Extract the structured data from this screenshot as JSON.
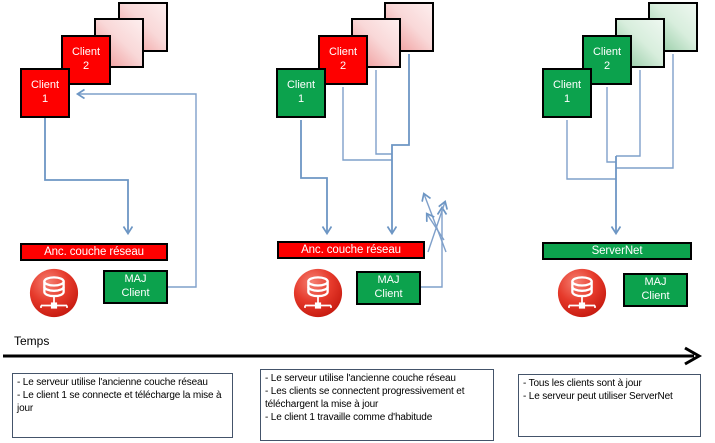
{
  "timeline": {
    "label": "Temps"
  },
  "stages": [
    {
      "clients": {
        "client1": {
          "line1": "Client",
          "line2": "1"
        },
        "client2": {
          "line1": "Client",
          "line2": "2"
        }
      },
      "network_bar": {
        "label": "Anc. couche réseau",
        "color": "#fe0000"
      },
      "maj_box": {
        "line1": "MAJ",
        "line2": "Client"
      },
      "notes": [
        "- Le serveur utilise l'ancienne couche réseau",
        "- Le client 1 se connecte et télécharge la mise à jour"
      ]
    },
    {
      "clients": {
        "client1": {
          "line1": "Client",
          "line2": "1"
        },
        "client2": {
          "line1": "Client",
          "line2": "2"
        }
      },
      "network_bar": {
        "label": "Anc. couche réseau",
        "color": "#fe0000"
      },
      "maj_box": {
        "line1": "MAJ",
        "line2": "Client"
      },
      "notes": [
        "- Le serveur utilise l'ancienne couche réseau",
        "- Les clients se connectent progressivement et téléchargent la mise à jour",
        "- Le client 1 travaille comme d'habitude"
      ]
    },
    {
      "clients": {
        "client1": {
          "line1": "Client",
          "line2": "1"
        },
        "client2": {
          "line1": "Client",
          "line2": "2"
        }
      },
      "network_bar": {
        "label": "ServerNet",
        "color": "#0ca24d"
      },
      "maj_box": {
        "line1": "MAJ",
        "line2": "Client"
      },
      "notes": [
        "- Tous les clients sont à jour",
        "- Le serveur peut utiliser ServerNet"
      ]
    }
  ],
  "colors": {
    "client_outdated_red": "#fe0000",
    "client_updated_green": "#0ca24d",
    "connector_blue": "#6d96c4",
    "note_border_blue_gray": "#44546a",
    "server_icon_red": "#d8281c",
    "timeline_black": "#000000"
  },
  "icons": {
    "server": "red circle with white database stack and network hub"
  }
}
